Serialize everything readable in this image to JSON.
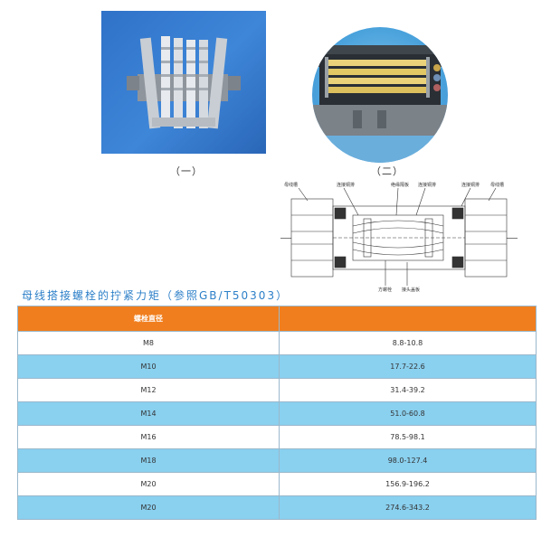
{
  "figures": {
    "caption_1": "（一）",
    "caption_2": "（二）",
    "drawing_labels": {
      "top_left": "母线槽",
      "top_2": "连接铜排",
      "top_3": "绝缘隔板",
      "top_4": "连接铜排",
      "top_5": "连接铜排",
      "top_right": "母线槽",
      "bottom_1": "方螺栓",
      "bottom_2": "接头盖板"
    }
  },
  "heading": "母线搭接螺栓的拧紧力矩（参照GB/T50303）",
  "table": {
    "header": [
      "螺栓直径",
      ""
    ],
    "rows": [
      [
        "M8",
        "8.8-10.8"
      ],
      [
        "M10",
        "17.7-22.6"
      ],
      [
        "M12",
        "31.4-39.2"
      ],
      [
        "M14",
        "51.0-60.8"
      ],
      [
        "M16",
        "78.5-98.1"
      ],
      [
        "M18",
        "98.0-127.4"
      ],
      [
        "M20",
        "156.9-196.2"
      ],
      [
        "M20",
        "274.6-343.2"
      ]
    ]
  },
  "colors": {
    "header": "#f07e1e",
    "row_stripe": "#8ad0ef",
    "heading_text": "#2c7fc8"
  }
}
